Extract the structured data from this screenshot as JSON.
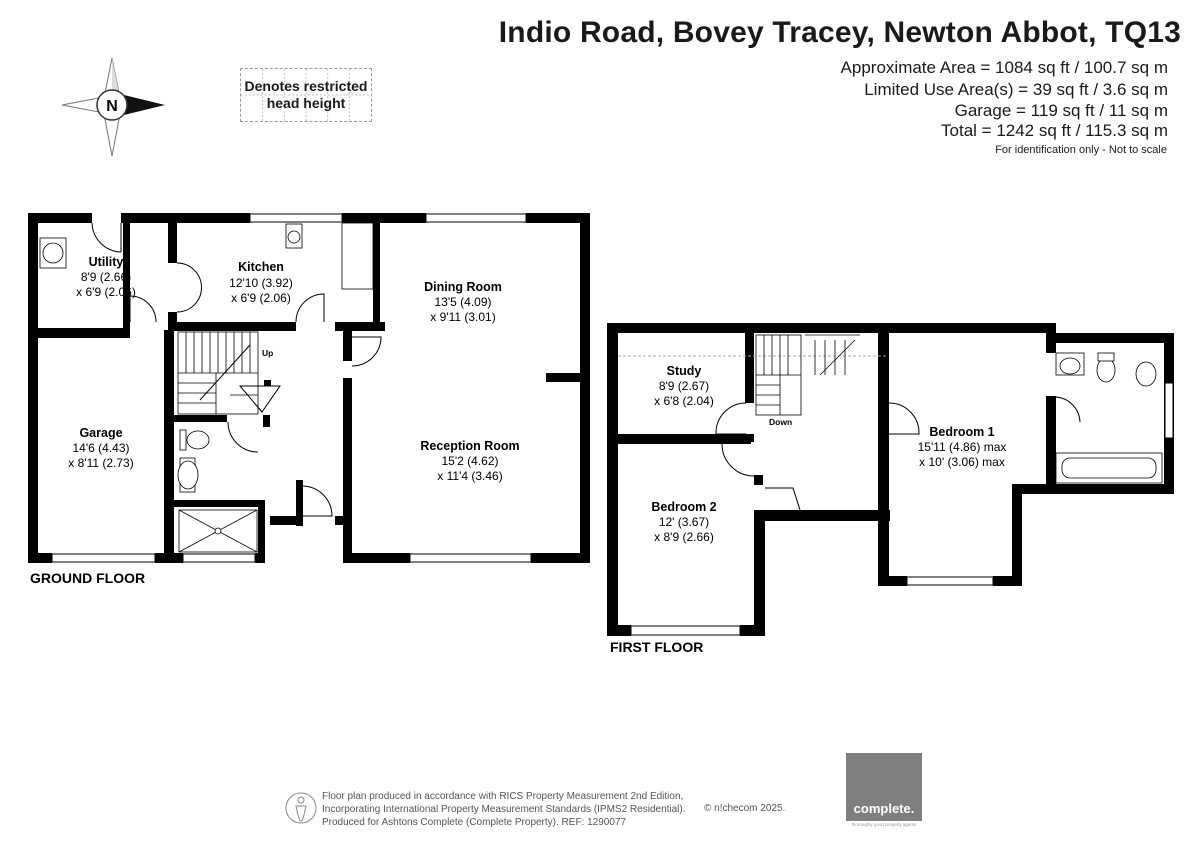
{
  "header": {
    "title": "Indio Road, Bovey Tracey, Newton Abbot, TQ13",
    "areas": [
      "Approximate Area = 1084 sq ft / 100.7 sq m",
      "Limited Use Area(s) = 39 sq ft / 3.6 sq m",
      "Garage = 119 sq ft / 11 sq m",
      "Total = 1242 sq ft / 115.3 sq m"
    ],
    "disclaimer": "For identification only - Not to scale"
  },
  "compass": {
    "letter": "N",
    "icon": "compass-rose-icon"
  },
  "legend": {
    "line1": "Denotes restricted",
    "line2": "head height"
  },
  "floors": {
    "ground": {
      "label": "GROUND FLOOR",
      "stairs_label": "Up",
      "rooms": [
        {
          "name": "Utility",
          "dim1": "8'9 (2.66)",
          "dim2": "x 6'9 (2.06)"
        },
        {
          "name": "Kitchen",
          "dim1": "12'10 (3.92)",
          "dim2": "x 6'9 (2.06)"
        },
        {
          "name": "Dining Room",
          "dim1": "13'5 (4.09)",
          "dim2": "x 9'11 (3.01)"
        },
        {
          "name": "Garage",
          "dim1": "14'6 (4.43)",
          "dim2": "x 8'11 (2.73)"
        },
        {
          "name": "Reception Room",
          "dim1": "15'2 (4.62)",
          "dim2": "x 11'4 (3.46)"
        }
      ]
    },
    "first": {
      "label": "FIRST FLOOR",
      "stairs_label": "Down",
      "rooms": [
        {
          "name": "Study",
          "dim1": "8'9 (2.67)",
          "dim2": "x 6'8 (2.04)"
        },
        {
          "name": "Bedroom 1",
          "dim1": "15'11 (4.86) max",
          "dim2": "x 10' (3.06) max"
        },
        {
          "name": "Bedroom 2",
          "dim1": "12' (3.67)",
          "dim2": "x 8'9 (2.66)"
        }
      ]
    }
  },
  "footer": {
    "lines": [
      "Floor plan produced in accordance with RICS Property Measurement 2nd Edition,",
      "Incorporating International Property Measurement Standards (IPMS2 Residential).",
      "Produced for Ashtons Complete (Complete Property).   REF:  1290077"
    ],
    "copyright": "© n!checom 2025.",
    "logo_text": "complete.",
    "logo_tagline": "thoroughly good property agents"
  },
  "colors": {
    "wall": "#000000",
    "logo_bg": "#7f7f7f",
    "text": "#1a1a1a"
  }
}
